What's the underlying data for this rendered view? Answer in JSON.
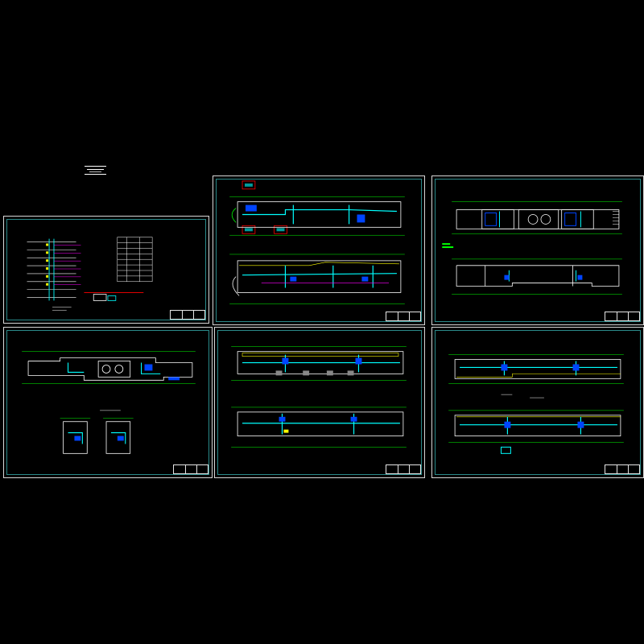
{
  "canvas": {
    "background": "#000000"
  },
  "colors": {
    "sheet_border": "#d8d8d8",
    "wall": "#ffffff",
    "duct": "#00ffff",
    "equipment": "#0044ff",
    "dimension": "#00ff00",
    "highlight": "#ff0000",
    "accent_yellow": "#ffff00",
    "accent_magenta": "#ff00ff"
  },
  "sheets": [
    {
      "id": "sheet-1",
      "content": "system-diagram-and-equipment-table"
    },
    {
      "id": "sheet-2",
      "content": "two-floor-plans-with-details"
    },
    {
      "id": "sheet-3",
      "content": "two-floor-plans"
    },
    {
      "id": "sheet-4",
      "content": "floor-plan-with-two-detail-plans"
    },
    {
      "id": "sheet-5",
      "content": "two-floor-plans"
    },
    {
      "id": "sheet-6",
      "content": "two-floor-plans"
    }
  ]
}
